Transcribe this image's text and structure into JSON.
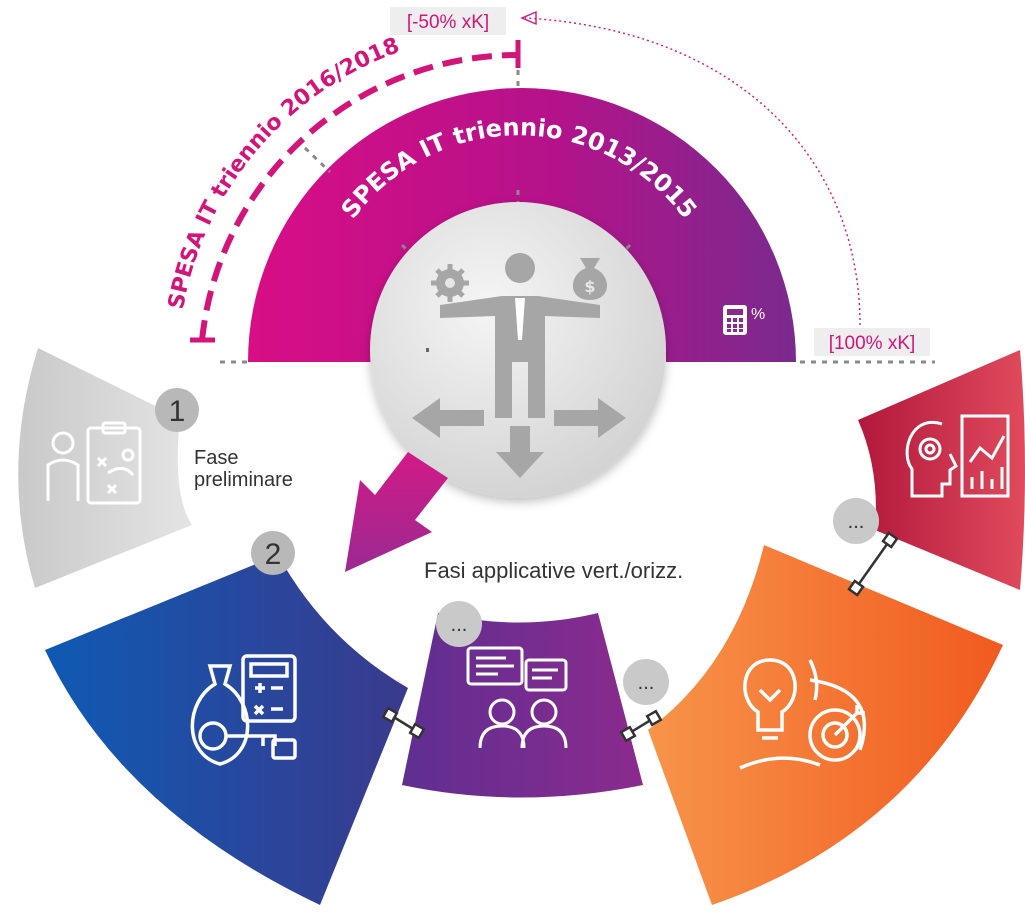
{
  "top_left_label": "[-50% xK]",
  "top_right_label": "[100% xK]",
  "arc_outer_label": "SPESA IT triennio 2016/2018",
  "arc_inner_label": "SPESA IT triennio 2013/2015",
  "phase1": {
    "number": "1",
    "line1": "Fase",
    "line2": "preliminare"
  },
  "phase2": {
    "number": "2"
  },
  "phase_apps_label": "Fasi applicative vert./orizz.",
  "ellipsis_badges": [
    "...",
    "...",
    "..."
  ],
  "colors": {
    "magenta": "#d3157a",
    "purple": "#7b2a8a",
    "blue": "#1553a8",
    "orange": "#f26b22",
    "red": "#b81f40",
    "gray": "#d4d4d4"
  },
  "icons": {
    "center": "businessman-balance-icon",
    "phase1": "strategy-plan-icon",
    "phase2": "money-bag-calculator-key-icon",
    "purple": "people-discussion-icon",
    "orange": "lightbulb-target-icon",
    "red": "analytics-head-icon",
    "calc": "calculator-percent-icon"
  }
}
